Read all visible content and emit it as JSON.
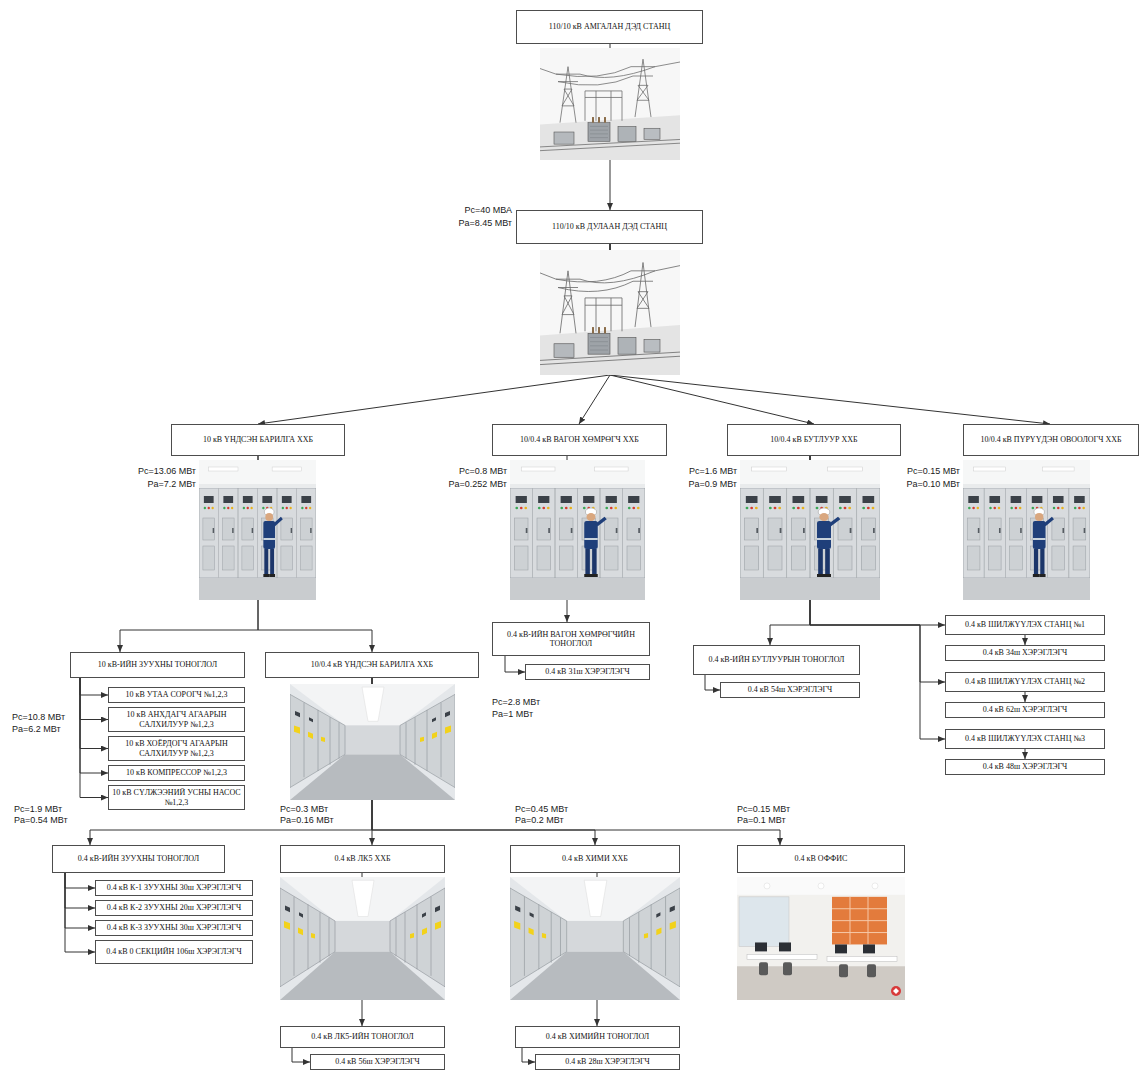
{
  "diagram": {
    "nodes": [
      {
        "text": [
          "110/10 кВ АМГАЛАН ДЭД СТАНЦ"
        ]
      },
      {
        "text": [
          "110/10 кВ ДУЛААН ДЭД СТАНЦ"
        ]
      },
      {
        "text": [
          "10 кВ ҮНДСЭН БАРИЛГА ХХБ"
        ]
      },
      {
        "text": [
          "10/0.4 кВ ВАГОН ХӨМРӨГЧ ХХБ"
        ]
      },
      {
        "text": [
          "10/0.4 кВ БУТЛУУР ХХБ"
        ]
      },
      {
        "text": [
          "10/0.4 кВ ПҮРҮҮДЭН ОВООЛОГЧ ХХБ"
        ]
      },
      {
        "text": [
          "10 кВ-ИЙН ЗУУХНЫ ТОНОГЛОЛ"
        ]
      },
      {
        "text": [
          "10 кВ УТАА СОРОГЧ №1,2,3"
        ]
      },
      {
        "text": [
          "10 кВ АНХДАГЧ АГААРЫН САЛХИЛУУР №1,2,3"
        ]
      },
      {
        "text": [
          "10 кВ ХОЁРДОГЧ АГААРЫН САЛХИЛУУР №1,2,3"
        ]
      },
      {
        "text": [
          "10 кВ КОМПРЕССОР №1,2,3"
        ]
      },
      {
        "text": [
          "10 кВ СҮЛЖЭЭНИЙ УСНЫ НАСОС №1,2,3"
        ]
      },
      {
        "text": [
          "10/0.4 кВ ҮНДСЭН БАРИЛГА ХХБ"
        ]
      },
      {
        "text": [
          "0.4 кВ-ИЙН ВАГОН ХӨМРӨГЧИЙН ТОНОГЛОЛ"
        ]
      },
      {
        "text": [
          "0.4 кВ 31ш ХЭРЭГЛЭГЧ"
        ]
      },
      {
        "text": [
          "0.4 кВ-ИЙН БУТЛУУРЫН ТОНОГЛОЛ"
        ]
      },
      {
        "text": [
          "0.4 кВ 54ш ХЭРЭГЛЭГЧ"
        ]
      },
      {
        "text": [
          "0.4 кВ ШИЛЖҮҮЛЭХ СТАНЦ №1"
        ]
      },
      {
        "text": [
          "0.4 кВ 34ш ХЭРЭГЛЭГЧ"
        ]
      },
      {
        "text": [
          "0.4 кВ ШИЛЖҮҮЛЭХ СТАНЦ №2"
        ]
      },
      {
        "text": [
          "0.4 кВ 62ш ХЭРЭГЛЭГЧ"
        ]
      },
      {
        "text": [
          "0.4 кВ ШИЛЖҮҮЛЭХ СТАНЦ №3"
        ]
      },
      {
        "text": [
          "0.4 кВ 48ш ХЭРЭГЛЭГЧ"
        ]
      },
      {
        "text": [
          "0.4 кВ-ИЙН ЗУУХНЫ ТОНОГЛОЛ"
        ]
      },
      {
        "text": [
          "0.4 кВ К-1 ЗУУХНЫ 30ш ХЭРЭГЛЭГЧ"
        ]
      },
      {
        "text": [
          "0.4 кВ К-2 ЗУУХНЫ 20ш ХЭРЭГЛЭГЧ"
        ]
      },
      {
        "text": [
          "0.4 кВ К-3 ЗУУХНЫ 30ш ХЭРЭГЛЭГЧ"
        ]
      },
      {
        "text": [
          "0.4 кВ 0 СЕКЦИЙН 106ш ХЭРЭГЛЭГЧ"
        ]
      },
      {
        "text": [
          "0.4 кВ ЛК5 ХХБ"
        ]
      },
      {
        "text": [
          "0.4 кВ ХИМИ ХХБ"
        ]
      },
      {
        "text": [
          "0.4 кВ ОФФИС"
        ]
      },
      {
        "text": [
          "0.4 кВ ЛК5-ИЙН ТОНОГЛОЛ"
        ]
      },
      {
        "text": [
          "0.4 кВ 56ш ХЭРЭГЛЭГЧ"
        ]
      },
      {
        "text": [
          "0.4 кВ ХИМИЙН ТОНОГЛОЛ"
        ]
      },
      {
        "text": [
          "0.4 кВ 28ш ХЭРЭГЛЭГЧ"
        ]
      }
    ],
    "edges": [
      {
        "from": 0,
        "to": 1,
        "arrow": "to"
      },
      {
        "from": 1,
        "to": 2,
        "arrow": "to"
      },
      {
        "from": 1,
        "to": 3,
        "arrow": "to"
      },
      {
        "from": 1,
        "to": 4,
        "arrow": "to"
      },
      {
        "from": 1,
        "to": 5,
        "arrow": "to"
      },
      {
        "from": 2,
        "to": 6,
        "arrow": "to"
      },
      {
        "from": 2,
        "to": 12,
        "arrow": "to"
      },
      {
        "from": 6,
        "to": 7,
        "arrow": "to"
      },
      {
        "from": 6,
        "to": 8,
        "arrow": "to"
      },
      {
        "from": 6,
        "to": 9,
        "arrow": "to"
      },
      {
        "from": 6,
        "to": 10,
        "arrow": "to"
      },
      {
        "from": 6,
        "to": 11,
        "arrow": "to"
      },
      {
        "from": 3,
        "to": 13,
        "arrow": "to"
      },
      {
        "from": 13,
        "to": 14,
        "arrow": "to"
      },
      {
        "from": 4,
        "to": 15,
        "arrow": "to"
      },
      {
        "from": 15,
        "to": 16,
        "arrow": "to"
      },
      {
        "from": 4,
        "to": 17,
        "arrow": "to"
      },
      {
        "from": 17,
        "to": 18,
        "arrow": "to"
      },
      {
        "from": 4,
        "to": 19,
        "arrow": "to"
      },
      {
        "from": 19,
        "to": 20,
        "arrow": "to"
      },
      {
        "from": 4,
        "to": 21,
        "arrow": "to"
      },
      {
        "from": 21,
        "to": 22,
        "arrow": "to"
      },
      {
        "from": 12,
        "to": 23,
        "arrow": "to"
      },
      {
        "from": 12,
        "to": 28,
        "arrow": "to"
      },
      {
        "from": 12,
        "to": 29,
        "arrow": "to"
      },
      {
        "from": 12,
        "to": 30,
        "arrow": "to"
      },
      {
        "from": 23,
        "to": 24,
        "arrow": "to"
      },
      {
        "from": 23,
        "to": 25,
        "arrow": "to"
      },
      {
        "from": 23,
        "to": 26,
        "arrow": "to"
      },
      {
        "from": 23,
        "to": 27,
        "arrow": "to"
      },
      {
        "from": 28,
        "to": 31,
        "arrow": "to"
      },
      {
        "from": 31,
        "to": 32,
        "arrow": "to"
      },
      {
        "from": 29,
        "to": 33,
        "arrow": "to"
      },
      {
        "from": 33,
        "to": 34,
        "arrow": "to"
      }
    ],
    "labels": [
      "Pc=40 МВА",
      "Pa=8.45 МВт",
      "Pc=13.06 МВт",
      "Pa=7.2 МВт",
      "Pc=0.8 МВт",
      "Pa=0.252 МВт",
      "Pc=1.6 МВт",
      "Pa=0.9 МВт",
      "Pc=0.15 МВт",
      "Pa=0.10 МВт",
      "Pc=10.8 МВт",
      "Pa=6.2 МВт",
      "Pc=2.8 МВт",
      "Pa=1 МВт",
      "Pc=1.9 МВт",
      "Pa=0.54 МВт",
      "Pc=0.3 МВт",
      "Pa=0.16 МВт",
      "Pc=0.45 МВт",
      "Pa=0.2 МВт",
      "Pc=0.15 МВт",
      "Pa=0.1 МВт"
    ]
  }
}
